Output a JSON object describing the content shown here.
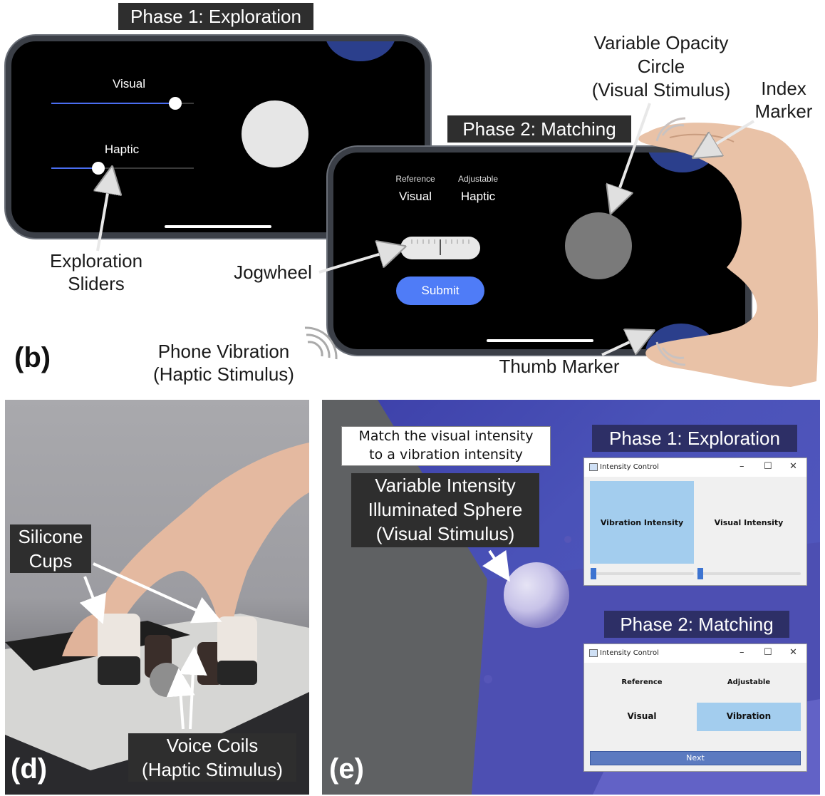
{
  "panel_b": {
    "label": "(b)",
    "phase1_tag": "Phase 1: Exploration",
    "phase2_tag": "Phase 2: Matching",
    "phone1": {
      "visual_label": "Visual",
      "haptic_label": "Haptic",
      "visual_slider_value": 0.87,
      "haptic_slider_value": 0.33
    },
    "phone2": {
      "reference_header": "Reference",
      "adjustable_header": "Adjustable",
      "reference_value": "Visual",
      "adjustable_value": "Haptic",
      "submit_label": "Submit"
    },
    "annotations": {
      "exploration_sliders": [
        "Exploration",
        "Sliders"
      ],
      "jogwheel": "Jogwheel",
      "phone_vibration": [
        "Phone Vibration",
        "(Haptic Stimulus)"
      ],
      "variable_opacity": [
        "Variable Opacity",
        "Circle",
        "(Visual Stimulus)"
      ],
      "index_marker": [
        "Index",
        "Marker"
      ],
      "thumb_marker": "Thumb Marker"
    },
    "colors": {
      "marker_blue": "#2b3f8c",
      "submit_blue": "#4f7cf7",
      "slider_blue": "#4a6df0"
    }
  },
  "panel_d": {
    "label": "(d)",
    "silicone_cups": [
      "Silicone",
      "Cups"
    ],
    "voice_coils": [
      "Voice Coils",
      "(Haptic Stimulus)"
    ]
  },
  "panel_e": {
    "label": "(e)",
    "instruction": [
      "Match the visual intensity",
      "to a vibration intensity"
    ],
    "sphere_label": [
      "Variable Intensity",
      "Illuminated Sphere",
      "(Visual Stimulus)"
    ],
    "phase1_tag": "Phase 1: Exploration",
    "phase2_tag": "Phase 2: Matching",
    "window1": {
      "title": "Intensity Control",
      "vibration_label": "Vibration Intensity",
      "visual_label": "Visual Intensity",
      "min_btn": "–",
      "max_btn": "☐",
      "close_btn": "✕"
    },
    "window2": {
      "title": "Intensity Control",
      "reference_header": "Reference",
      "adjustable_header": "Adjustable",
      "reference_value": "Visual",
      "adjustable_value": "Vibration",
      "next_label": "Next",
      "min_btn": "–",
      "max_btn": "☐",
      "close_btn": "✕"
    }
  }
}
